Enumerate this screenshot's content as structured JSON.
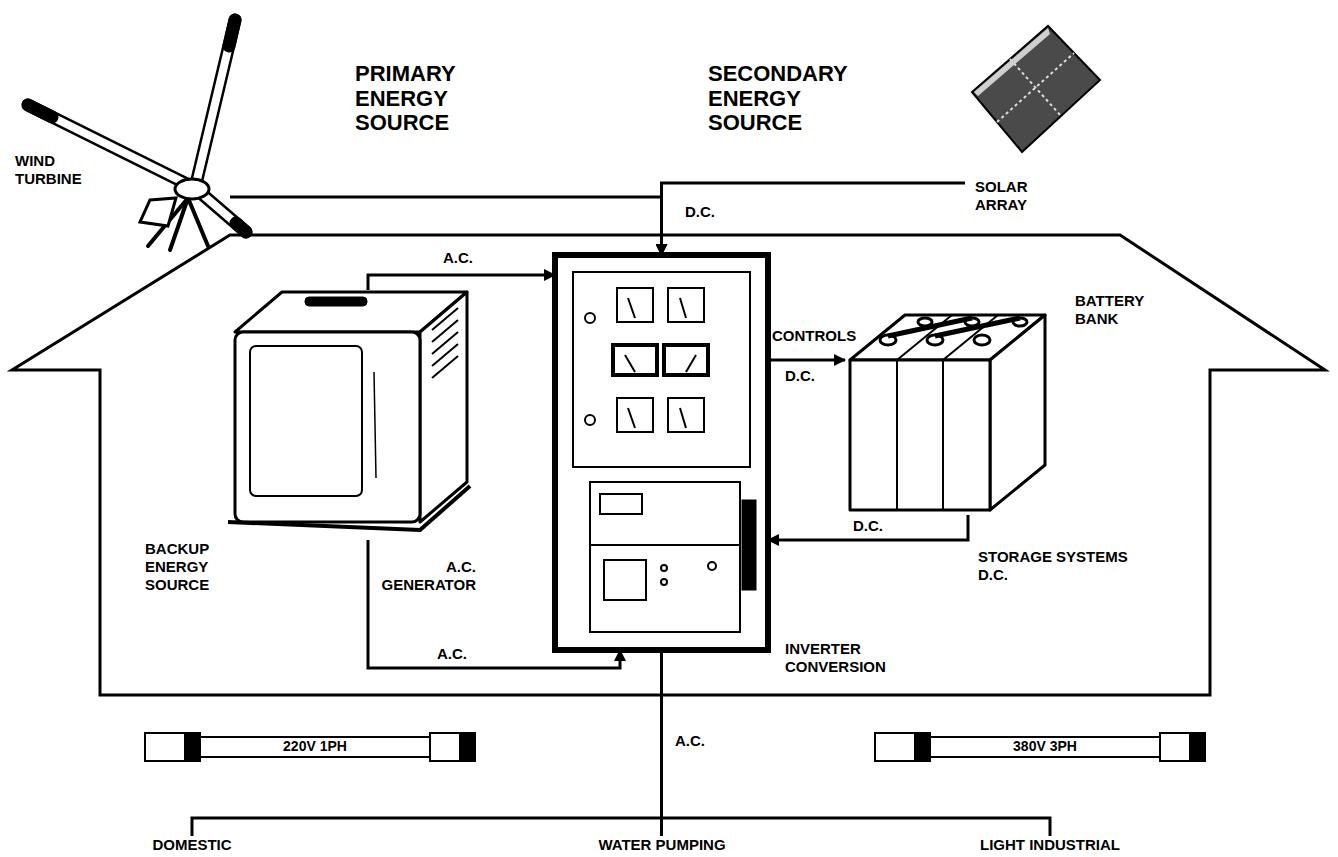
{
  "diagram": {
    "nodes": [
      {
        "text": [
          "WIND TURBINE"
        ]
      },
      {
        "text": [
          "SOLAR ARRAY"
        ]
      },
      {
        "text": [
          "BACKUP ENERGY SOURCE",
          "A.C. GENERATOR"
        ]
      },
      {
        "text": [
          "INVERTER CONVERSION"
        ]
      },
      {
        "text": [
          "BATTERY BANK",
          "STORAGE SYSTEMS D.C."
        ]
      },
      {
        "text": [
          "DOMESTIC"
        ]
      },
      {
        "text": [
          "WATER PUMPING"
        ]
      },
      {
        "text": [
          "LIGHT INDUSTRIAL"
        ]
      }
    ],
    "edges": [
      {
        "from": 0,
        "to": 3,
        "arrow": "to",
        "label": "D.C."
      },
      {
        "from": 1,
        "to": 3,
        "arrow": "to"
      },
      {
        "from": 2,
        "to": 3,
        "arrow": "to",
        "label": "A.C."
      },
      {
        "from": 2,
        "to": 3,
        "arrow": "to",
        "label": "A.C."
      },
      {
        "from": 3,
        "to": 4,
        "arrow": "to",
        "label": "D.C."
      },
      {
        "from": 4,
        "to": 3,
        "arrow": "to",
        "label": "D.C."
      },
      {
        "from": 3,
        "to": 5,
        "arrow": "none"
      },
      {
        "from": 3,
        "to": 6,
        "arrow": "none",
        "label": "A.C."
      },
      {
        "from": 3,
        "to": 7,
        "arrow": "none"
      }
    ],
    "labels": [
      "PRIMARY ENERGY SOURCE",
      "SECONDARY ENERGY SOURCE",
      "CONTROLS",
      "220V 1PH",
      "380V 3PH"
    ]
  }
}
